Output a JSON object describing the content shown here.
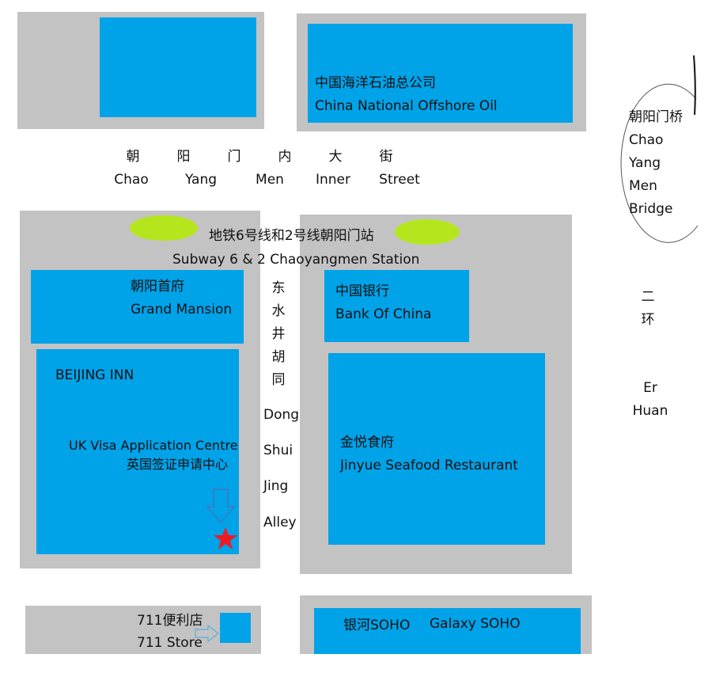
{
  "colors": {
    "block": "#c3c3c3",
    "building": "#00a2e8",
    "station": "#b5e61d",
    "marker": "#ed1c24"
  },
  "cnooc": {
    "zh": "中国海洋石油总公司",
    "en": "China National Offshore Oil"
  },
  "street": {
    "zh": [
      "朝",
      "阳",
      "门",
      "内",
      "大",
      "街"
    ],
    "en": [
      "Chao",
      "Yang",
      "Men",
      "Inner",
      "Street"
    ]
  },
  "bridge": {
    "zh": "朝阳门桥",
    "en": [
      "Chao",
      "Yang",
      "Men",
      "Bridge"
    ]
  },
  "subway": {
    "zh": "地铁6号线和2号线朝阳门站",
    "en": "Subway 6 & 2 Chaoyangmen Station"
  },
  "grand_mansion": {
    "zh": "朝阳首府",
    "en": "Grand Mansion"
  },
  "beijing_inn": {
    "name": "BEIJING INN",
    "visa_en": "UK Visa Application Centre",
    "visa_zh": "英国签证申请中心"
  },
  "alley": {
    "zh": [
      "东",
      "水",
      "井",
      "胡",
      "同"
    ],
    "en": [
      "Dong",
      "Shui",
      "Jing",
      "Alley"
    ]
  },
  "bank": {
    "zh": "中国银行",
    "en": "Bank Of China"
  },
  "jinyue": {
    "zh": "金悦食府",
    "en": "Jinyue Seafood Restaurant"
  },
  "erhuan": {
    "zh": [
      "二",
      "环"
    ],
    "en": [
      "Er",
      "Huan"
    ]
  },
  "store": {
    "zh": "711便利店",
    "en": "711 Store"
  },
  "galaxy": {
    "zh": "银河SOHO",
    "en": "Galaxy SOHO"
  }
}
